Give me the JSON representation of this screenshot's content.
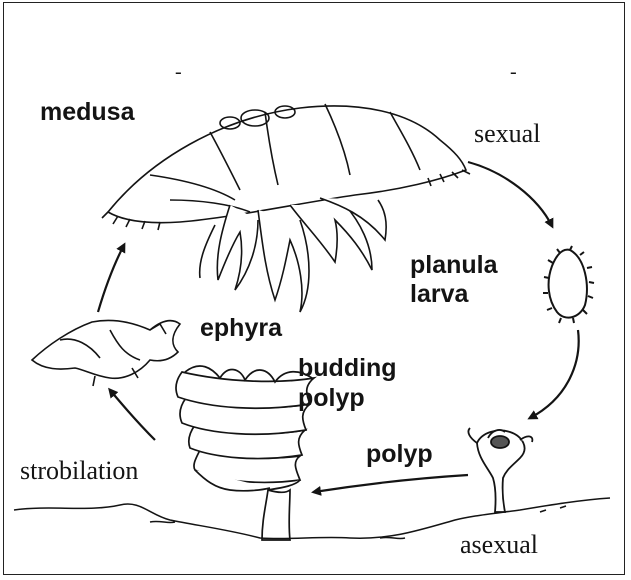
{
  "diagram": {
    "labels": {
      "medusa": "medusa",
      "sexual": "sexual",
      "planula_line1": "planula",
      "planula_line2": "larva",
      "ephyra": "ephyra",
      "budding_line1": "budding",
      "budding_line2": "polyp",
      "polyp": "polyp",
      "strobilation": "strobilation",
      "asexual": "asexual",
      "dash_left": "-",
      "dash_right": "-"
    },
    "colors": {
      "ink": "#141414",
      "background": "#ffffff"
    },
    "stages": [
      "medusa",
      "planula larva",
      "polyp",
      "budding polyp",
      "ephyra"
    ]
  }
}
